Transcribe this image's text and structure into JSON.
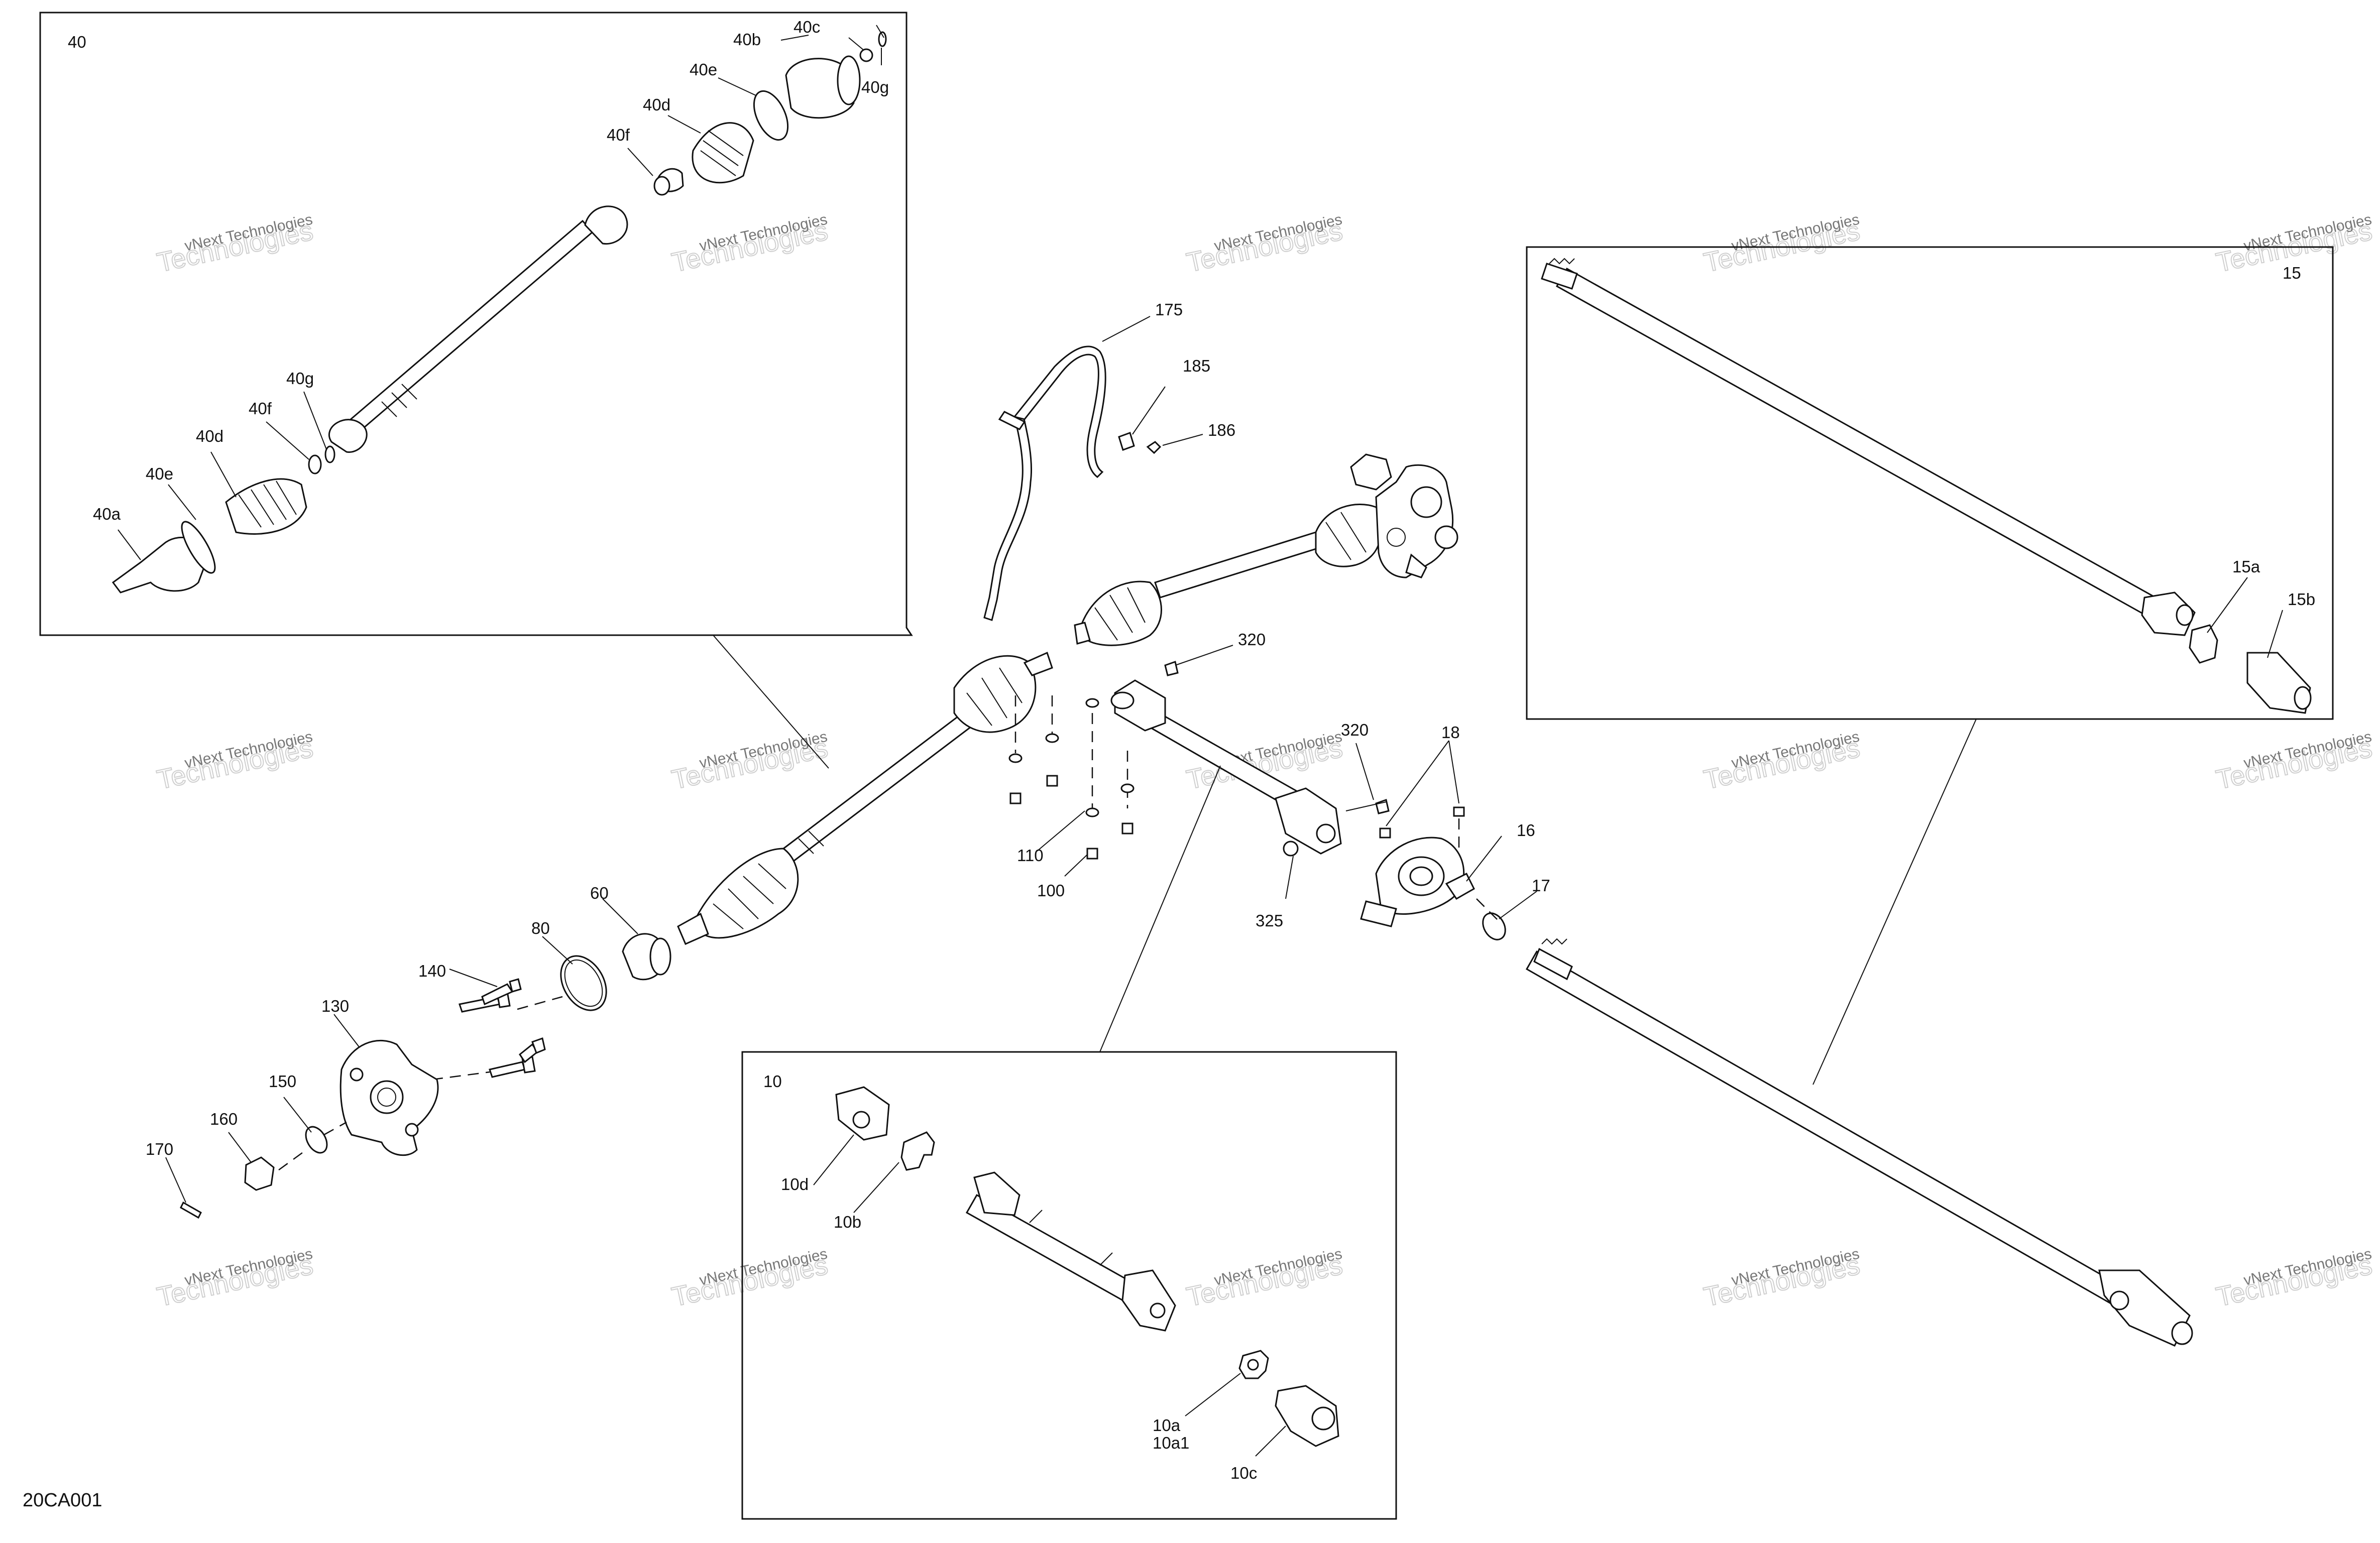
{
  "diagram_code": "20CA001",
  "watermark": {
    "line1": "vNext Technologies",
    "line2": "Technologies"
  },
  "callouts": {
    "c40_box": "40",
    "c40a": "40a",
    "c40b": "40b",
    "c40c": "40c",
    "c40d_top": "40d",
    "c40d_low": "40d",
    "c40e_top": "40e",
    "c40e_low": "40e",
    "c40f_top": "40f",
    "c40f_low": "40f",
    "c40g_top": "40g",
    "c40g_low": "40g",
    "c175": "175",
    "c185": "185",
    "c186": "186",
    "c320_top": "320",
    "c320_mid": "320",
    "c325": "325",
    "c110": "110",
    "c100": "100",
    "c18": "18",
    "c16": "16",
    "c17": "17",
    "c15_box": "15",
    "c15a": "15a",
    "c15b": "15b",
    "c60": "60",
    "c80": "80",
    "c140": "140",
    "c130": "130",
    "c150": "150",
    "c160": "160",
    "c170": "170",
    "c10_box": "10",
    "c10d": "10d",
    "c10b": "10b",
    "c10a": "10a",
    "c10a1": "10a1",
    "c10c": "10c"
  }
}
